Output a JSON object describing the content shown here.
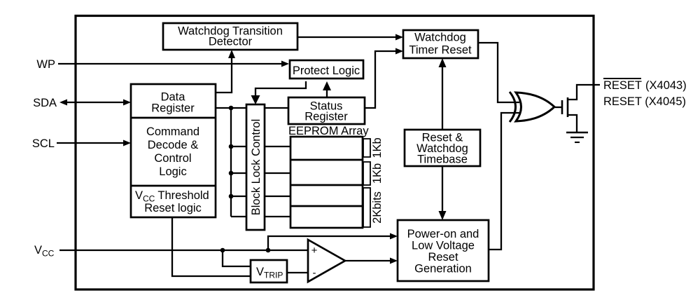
{
  "pins": {
    "wp": "WP",
    "sda": "SDA",
    "scl": "SCL",
    "vcc_main": "V",
    "vcc_sub": "CC"
  },
  "blocks": {
    "watchdog_transition_detector": [
      "Watchdog Transition",
      "Detector"
    ],
    "protect_logic": "Protect Logic",
    "status_register": [
      "Status",
      "Register"
    ],
    "data_register": [
      "Data",
      "Register"
    ],
    "command_decode": [
      "Command",
      "Decode &",
      "Control",
      "Logic"
    ],
    "vcc_threshold": {
      "v": "V",
      "sub": "CC",
      "rest": "Threshold",
      "line2": "Reset logic"
    },
    "block_lock_control": "Block Lock Control",
    "eeprom_array_label": "EEPROM Array",
    "eeprom_banks": [
      "1Kb",
      "1Kb",
      "2Kbits"
    ],
    "watchdog_timer_reset": [
      "Watchdog",
      "Timer Reset"
    ],
    "reset_watchdog_timebase": [
      "Reset &",
      "Watchdog",
      "Timebase"
    ],
    "power_on_reset": [
      "Power-on and",
      "Low Voltage",
      "Reset",
      "Generation"
    ],
    "vtrip": {
      "v": "V",
      "sub": "TRIP"
    },
    "comparator": {
      "plus": "+",
      "minus": "-"
    }
  },
  "outputs": {
    "reset_active_low": "RESET",
    "reset_active_low_part": "(X4043)",
    "reset_active_high": "RESET (X4045)"
  },
  "colors": {
    "stroke": "#000000",
    "background": "#ffffff"
  }
}
